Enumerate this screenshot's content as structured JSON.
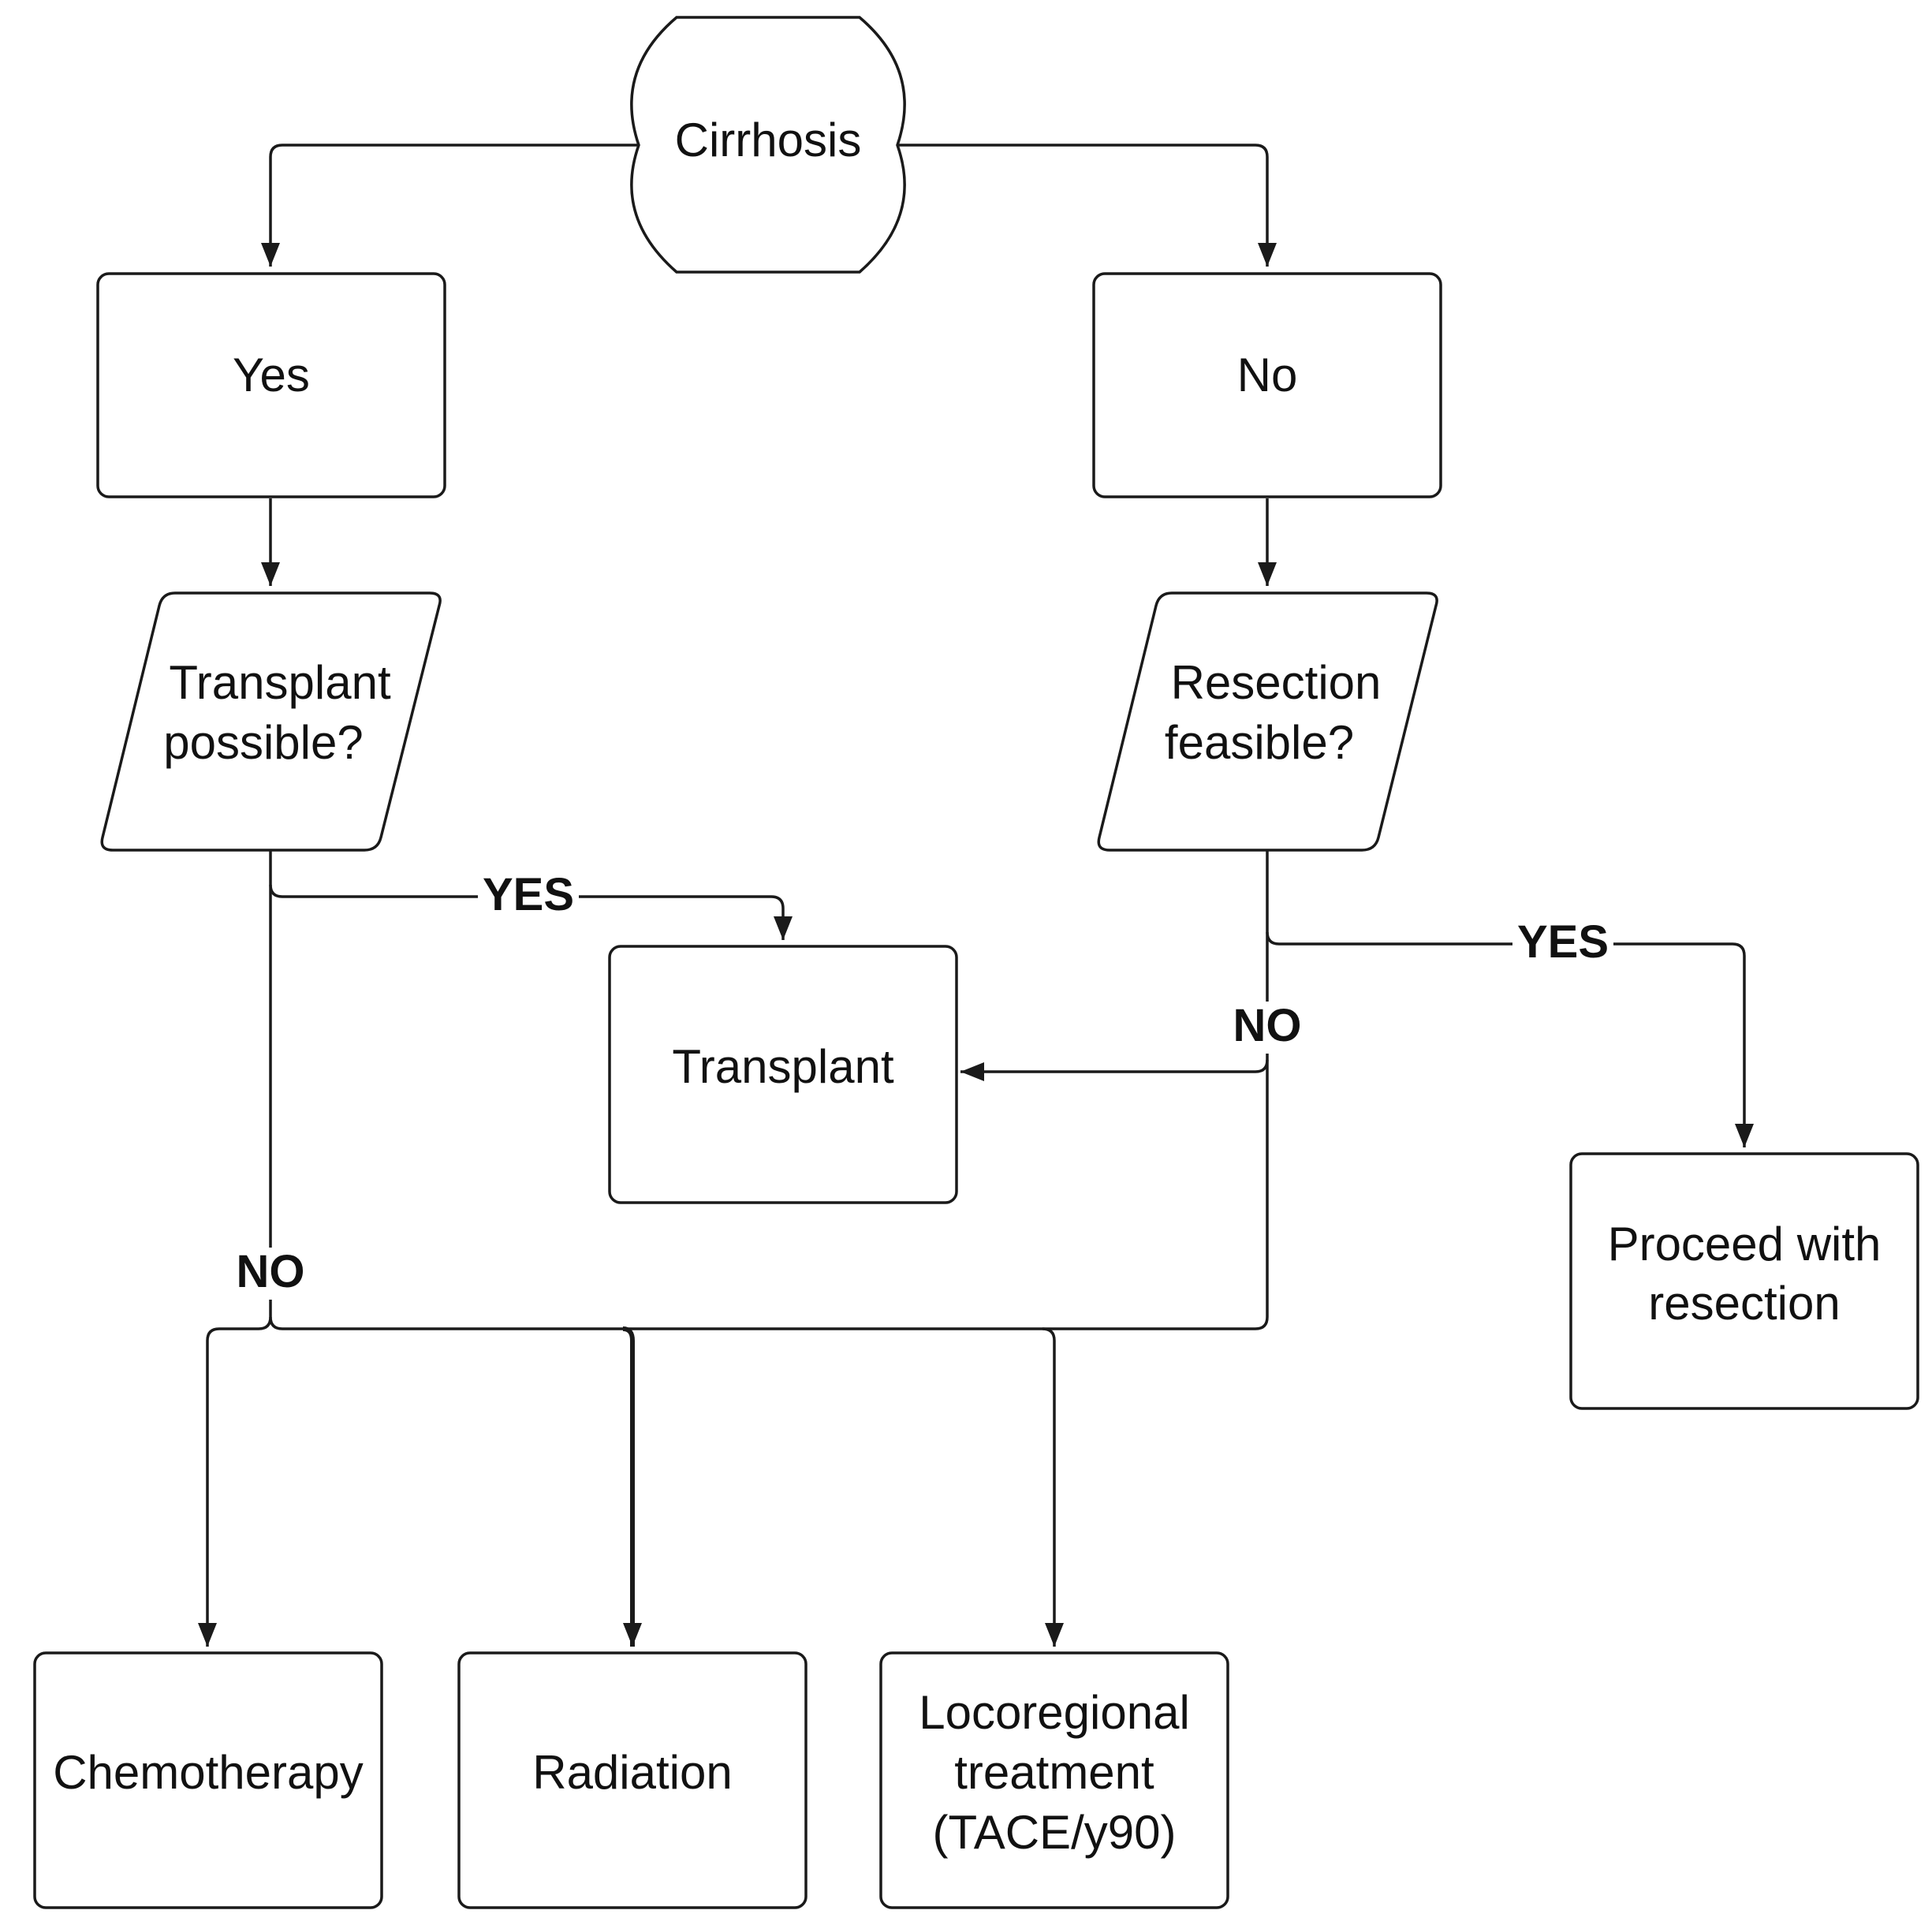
{
  "nodes": {
    "cirrhosis": "Cirrhosis",
    "yes": "Yes",
    "no": "No",
    "transplant_possible": [
      "Transplant",
      "possible?"
    ],
    "resection_feasible": [
      "Resection",
      "feasible?"
    ],
    "transplant": "Transplant",
    "proceed_resection": [
      "Proceed with",
      "resection"
    ],
    "chemotherapy": "Chemotherapy",
    "radiation": "Radiation",
    "locoregional": [
      "Locoregional",
      "treatment",
      "(TACE/y90)"
    ]
  },
  "edge_labels": {
    "transplant_yes": "YES",
    "transplant_no": "NO",
    "resection_yes": "YES",
    "resection_no": "NO"
  }
}
